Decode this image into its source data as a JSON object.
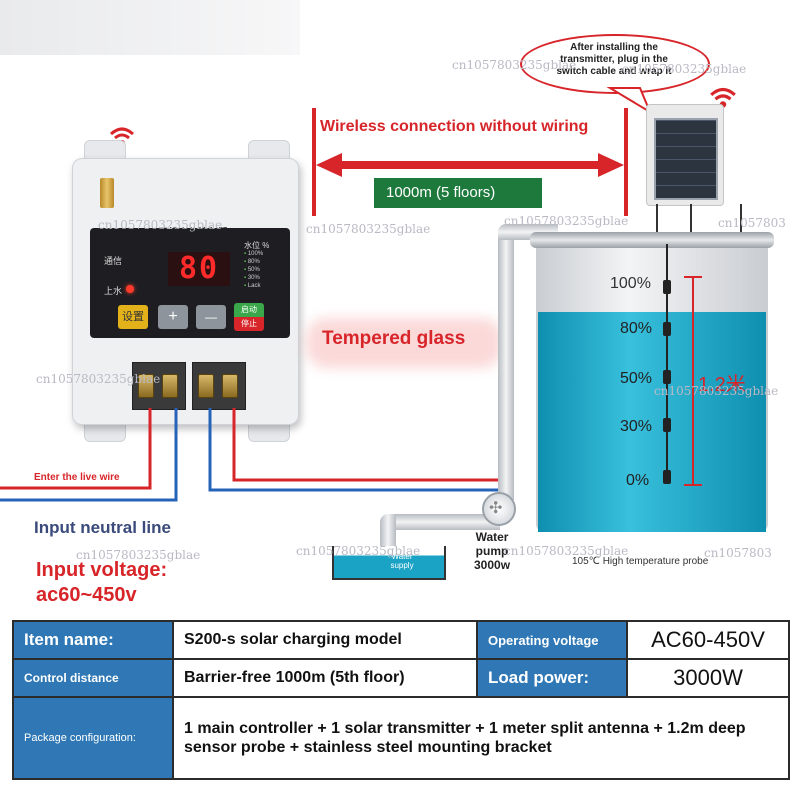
{
  "callout": {
    "text": "After installing the transmitter, plug in the switch cable and wrap it"
  },
  "wireless_label": "Wireless connection without wiring",
  "distance_badge": "1000m (5 floors)",
  "tempered_glass": "Tempered glass",
  "controller": {
    "title": "无线水位控制器",
    "display_value": "80",
    "comm_label": "通信",
    "pump_label": "上水",
    "level_header": "水位 %",
    "levels": [
      "100%",
      "80%",
      "50%",
      "30%",
      "Lack"
    ],
    "btn_set": "设置",
    "btn_plus": "+",
    "btn_minus": "—",
    "btn_start": "启动",
    "btn_stop": "停止"
  },
  "tank": {
    "marks": [
      "100%",
      "80%",
      "50%",
      "30%",
      "0%"
    ],
    "height_label": "1.2米"
  },
  "labels": {
    "live_wire": "Enter the live wire",
    "neutral": "Input neutral line",
    "voltage_line1": "Input voltage:",
    "voltage_line2": "ac60~450v",
    "water_supply": "Water supply",
    "pump_line1": "Water",
    "pump_line2": "pump",
    "pump_line3": "3000w",
    "probe": "105℃ High temperature probe"
  },
  "watermark": "cn1057803235gblae",
  "watermark_short": "cn1057803",
  "spec": {
    "item_name_label": "Item name:",
    "item_name_value": "S200-s solar charging model",
    "op_voltage_label": "Operating voltage",
    "op_voltage_value": "AC60-450V",
    "control_distance_label": "Control distance",
    "control_distance_value": "Barrier-free 1000m (5th floor)",
    "load_power_label": "Load power:",
    "load_power_value": "3000W",
    "package_label": "Package configuration:",
    "package_value": "1 main controller + 1 solar transmitter + 1 meter split antenna + 1.2m deep sensor probe + stainless steel mounting bracket"
  },
  "colors": {
    "accent_red": "#d7252a",
    "table_blue": "#2f78b5",
    "badge_green": "#1e7a3c",
    "water": "#1aa3c4"
  }
}
